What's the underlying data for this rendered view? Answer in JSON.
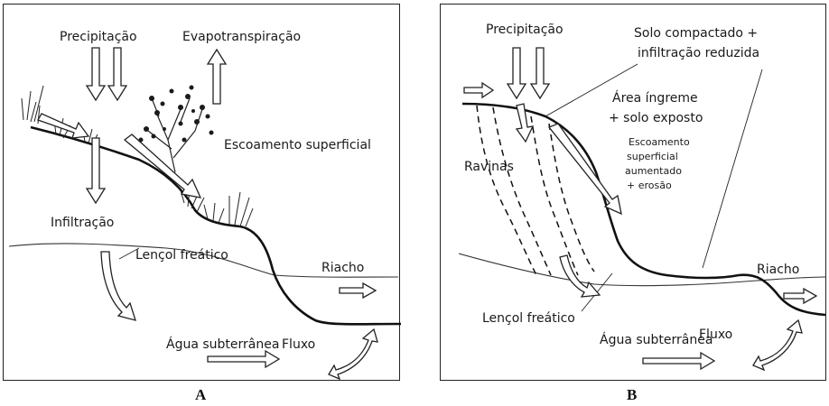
{
  "panel_a": {
    "caption": "A",
    "labels": {
      "precipitation": "Precipitação",
      "evapotranspiration": "Evapotranspiração",
      "runoff": "Escoamento superficial",
      "infiltration": "Infiltração",
      "water_table": "Lençol freático",
      "stream": "Riacho",
      "groundwater": "Água subterrânea",
      "flow": "Fluxo"
    }
  },
  "panel_b": {
    "caption": "B",
    "labels": {
      "precipitation": "Precipitação",
      "compacted_line1": "Solo compactado +",
      "compacted_line2": "infiltração reduzida",
      "steep_line1": "Área íngreme",
      "steep_line2": "+ solo exposto",
      "runoff_line1": "Escoamento",
      "runoff_line2": "superficial",
      "runoff_line3": "aumentado",
      "runoff_line4": "+ erosão",
      "gullies": "Ravinas",
      "stream": "Riacho",
      "water_table": "Lençol freático",
      "groundwater": "Água subterrânea",
      "flow": "Fluxo"
    }
  }
}
